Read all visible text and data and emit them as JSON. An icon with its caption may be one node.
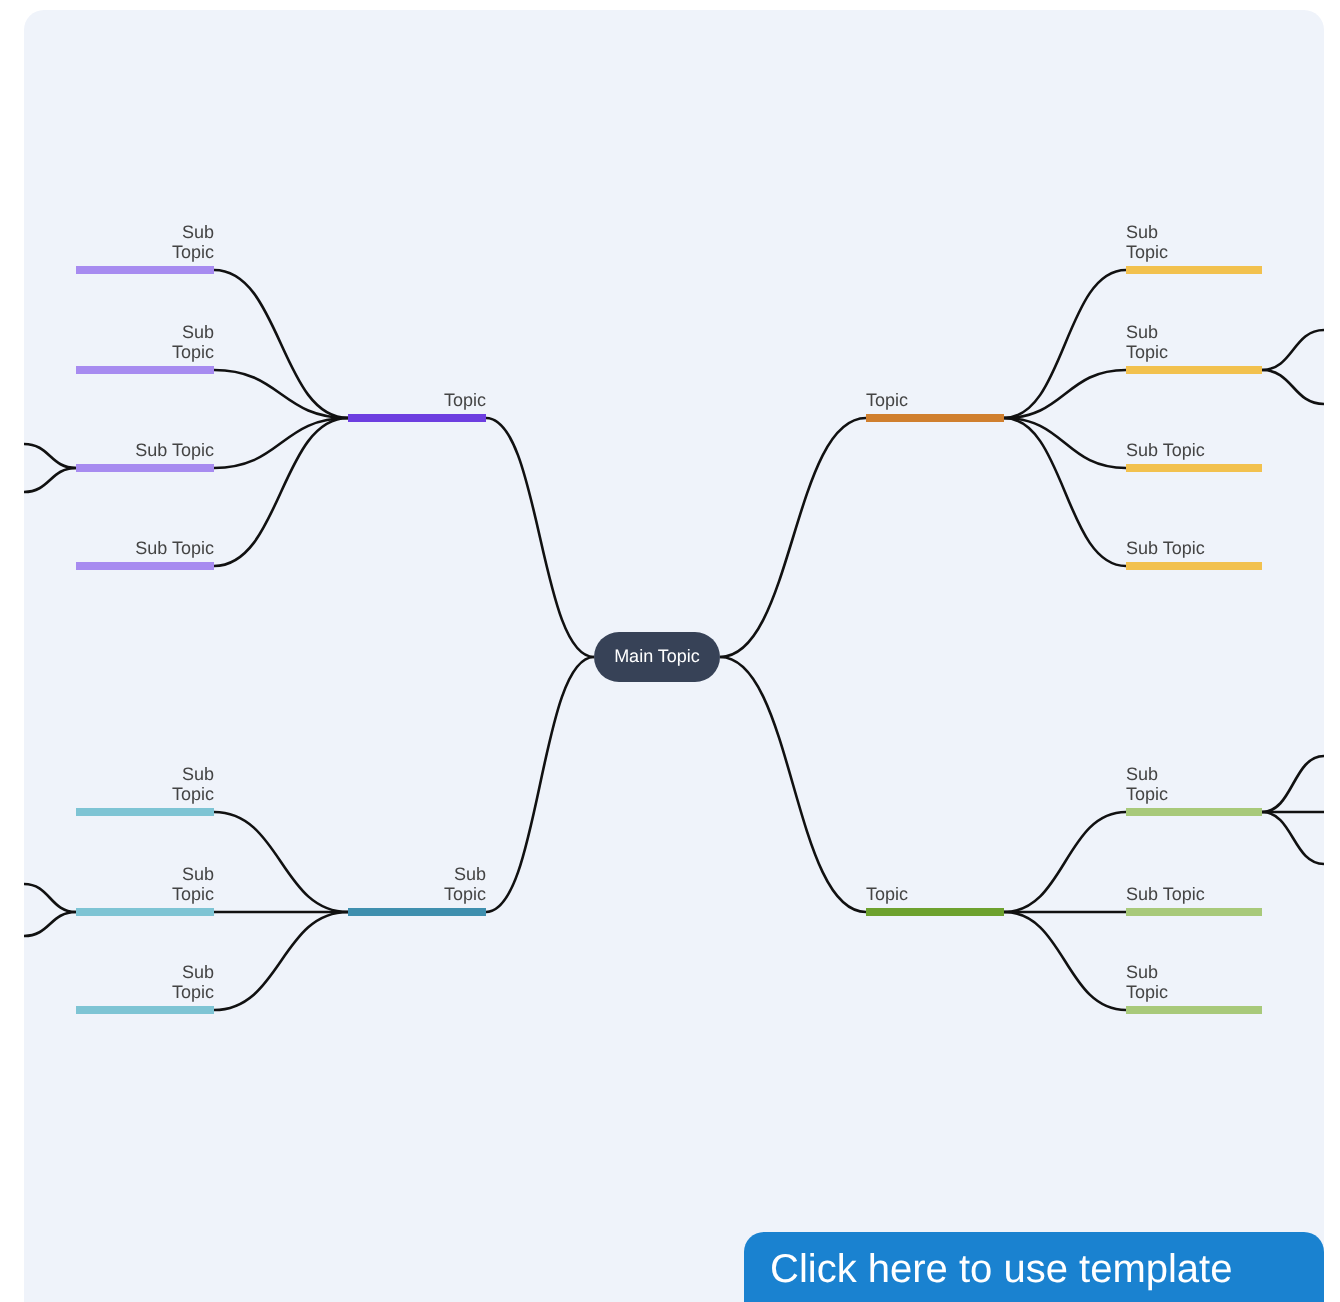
{
  "diagram": {
    "nodes": [
      {
        "text": [
          "Main Topic"
        ]
      },
      {
        "text": [
          "Topic"
        ]
      },
      {
        "text": [
          "Sub Topic"
        ]
      },
      {
        "text": [
          "Sub Topic"
        ]
      },
      {
        "text": [
          "Sub Topic"
        ]
      },
      {
        "text": [
          "Sub Topic"
        ]
      },
      {
        "text": [
          "Topic"
        ]
      },
      {
        "text": [
          "Sub Topic"
        ]
      },
      {
        "text": [
          "Sub Topic"
        ]
      },
      {
        "text": [
          "Sub Topic"
        ]
      },
      {
        "text": [
          "Sub Topic"
        ]
      },
      {
        "text": [
          "Sub Topic"
        ]
      },
      {
        "text": [
          "Sub Topic"
        ]
      },
      {
        "text": [
          "Sub Topic"
        ]
      },
      {
        "text": [
          "Sub Topic"
        ]
      },
      {
        "text": [
          "Topic"
        ]
      },
      {
        "text": [
          "Sub Topic"
        ]
      },
      {
        "text": [
          "Sub Topic"
        ]
      },
      {
        "text": [
          "Sub Topic"
        ]
      }
    ],
    "edges": [
      {
        "from": 0,
        "to": 1,
        "arrow": "none"
      },
      {
        "from": 1,
        "to": 2,
        "arrow": "none"
      },
      {
        "from": 1,
        "to": 3,
        "arrow": "none"
      },
      {
        "from": 1,
        "to": 4,
        "arrow": "none"
      },
      {
        "from": 1,
        "to": 5,
        "arrow": "none"
      },
      {
        "from": 0,
        "to": 6,
        "arrow": "none"
      },
      {
        "from": 6,
        "to": 7,
        "arrow": "none"
      },
      {
        "from": 6,
        "to": 8,
        "arrow": "none"
      },
      {
        "from": 6,
        "to": 9,
        "arrow": "none"
      },
      {
        "from": 6,
        "to": 10,
        "arrow": "none"
      },
      {
        "from": 0,
        "to": 11,
        "arrow": "none"
      },
      {
        "from": 11,
        "to": 12,
        "arrow": "none"
      },
      {
        "from": 11,
        "to": 13,
        "arrow": "none"
      },
      {
        "from": 11,
        "to": 14,
        "arrow": "none"
      },
      {
        "from": 0,
        "to": 15,
        "arrow": "none"
      },
      {
        "from": 15,
        "to": 16,
        "arrow": "none"
      },
      {
        "from": 15,
        "to": 17,
        "arrow": "none"
      },
      {
        "from": 15,
        "to": 18,
        "arrow": "none"
      },
      {
        "from": 4,
        "to": null,
        "arrow": "none"
      },
      {
        "from": 4,
        "to": null,
        "arrow": "none"
      },
      {
        "from": 8,
        "to": null,
        "arrow": "none"
      },
      {
        "from": 8,
        "to": null,
        "arrow": "none"
      },
      {
        "from": 13,
        "to": null,
        "arrow": "none"
      },
      {
        "from": 13,
        "to": null,
        "arrow": "none"
      },
      {
        "from": 16,
        "to": null,
        "arrow": "none"
      },
      {
        "from": 16,
        "to": null,
        "arrow": "none"
      },
      {
        "from": 16,
        "to": null,
        "arrow": "none"
      }
    ],
    "labels": [
      "Click here to use template"
    ]
  }
}
